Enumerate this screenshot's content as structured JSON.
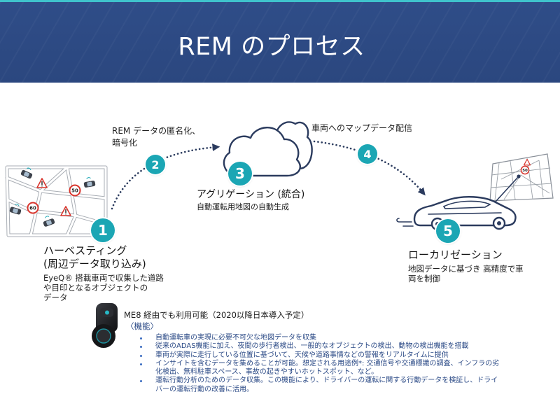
{
  "slide": {
    "title": "REM のプロセス"
  },
  "colors": {
    "header_background": "#2d4a82",
    "top_accent_line": "#3fc3cc",
    "step_circle": "#1ba6b4",
    "diagram_stroke": "#2b3b5e",
    "feature_text": "#2b4a86",
    "warning_red": "#d8342c"
  },
  "steps": [
    {
      "number": "1",
      "title": "ハーベスティング\n(周辺データ取り込み)",
      "description": "EyeQ® 搭載車両で収集した道路\nや目印となるオブジェクトの\nデータ"
    },
    {
      "number": "2",
      "caption": "REM データの匿名化、\n暗号化"
    },
    {
      "number": "3",
      "title": "アグリゲーション (統合)",
      "description": "自動運転用地図の自動生成"
    },
    {
      "number": "4",
      "caption": "車両へのマップデータ配信"
    },
    {
      "number": "5",
      "title": "ローカリゼーション",
      "description": "地図データに基づき 高精度で車\n両を制御"
    }
  ],
  "illustrations": {
    "harvesting_map": {
      "speed_signs": [
        "50",
        "60"
      ]
    },
    "localization_map": {
      "speed_sign": "50"
    }
  },
  "icons": {
    "harvesting_map": "map-icon",
    "vehicle": "car-icon",
    "warning": "warning-sign-icon",
    "speed_limit": "speed-limit-sign-icon",
    "aggregation": "cloud-icon",
    "flow": "dotted-arrow-icon",
    "device": "camera-device-icon"
  },
  "me8": {
    "availability": "ME8 経由でも利用可能（2020以降日本導入予定）",
    "features_heading": "〈機能〉",
    "features": [
      "自動運転車の実現に必要不可欠な地図データを収集",
      "従来のADAS機能に加え、夜間の歩行者検出、一般的なオブジェクトの検出、動物の検出機能を搭載",
      "車両が実際に走行している位置に基づいて、天候や道路事情などの警報をリアルタイムに提供",
      "インサイトを含むデータを集めることが可能。想定される用途例*: 交通信号や交通標識の調査、インフラの劣化検出、無料駐車スペース、事故の起きやすいホットスポット、など。",
      "運転行動分析のためのデータ収集。この機能により、ドライバーの運転に関する行動データを検証し、ドライバーの運転行動の改善に活用。"
    ]
  }
}
